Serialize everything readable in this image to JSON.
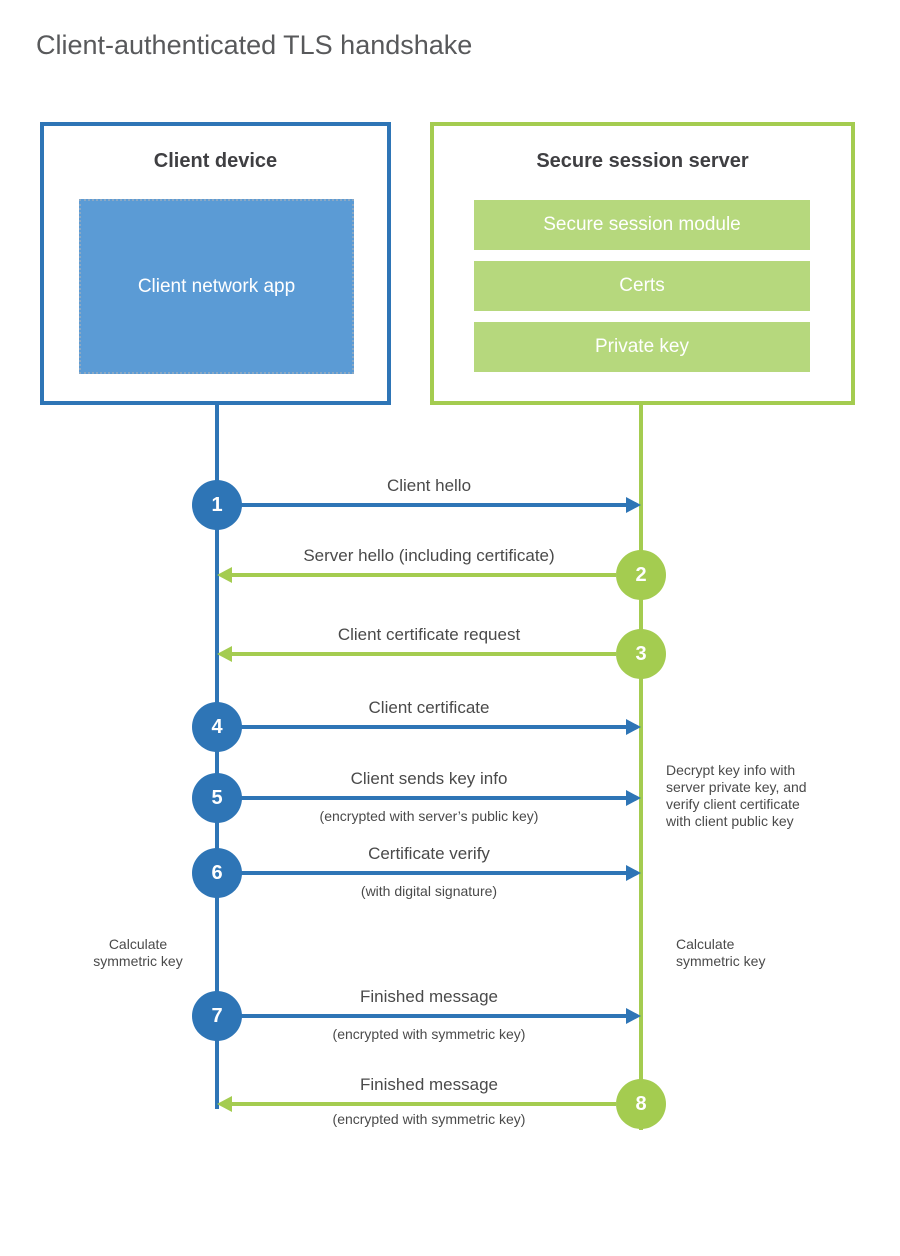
{
  "title": "Client-authenticated TLS handshake",
  "colors": {
    "blue": "#2e75b6",
    "blue_fill": "#5b9bd5",
    "green": "#a4cc50",
    "green_fill": "#b6d87d",
    "heading_text": "#3f3f42",
    "label_text": "#4a4a4a",
    "title_text": "#58595b"
  },
  "client": {
    "title": "Client device",
    "app": "Client network app"
  },
  "server": {
    "title": "Secure session server",
    "modules": [
      "Secure session module",
      "Certs",
      "Private key"
    ]
  },
  "steps": [
    {
      "num": "1",
      "from": "client",
      "label": "Client hello",
      "sub": ""
    },
    {
      "num": "2",
      "from": "server",
      "label": "Server hello (including certificate)",
      "sub": ""
    },
    {
      "num": "3",
      "from": "server",
      "label": "Client certificate request",
      "sub": ""
    },
    {
      "num": "4",
      "from": "client",
      "label": "Client certificate",
      "sub": ""
    },
    {
      "num": "5",
      "from": "client",
      "label": "Client sends key info",
      "sub": "(encrypted with server’s public key)"
    },
    {
      "num": "6",
      "from": "client",
      "label": "Certificate verify",
      "sub": "(with digital signature)"
    },
    {
      "num": "7",
      "from": "client",
      "label": "Finished message",
      "sub": "(encrypted with symmetric key)"
    },
    {
      "num": "8",
      "from": "server",
      "label": "Finished message",
      "sub": "(encrypted with symmetric key)"
    }
  ],
  "notes": {
    "server_decrypt": "Decrypt key info with server private key, and verify client certificate with client public key",
    "client_calculate": "Calculate symmetric key",
    "server_calculate": "Calculate symmetric key"
  }
}
